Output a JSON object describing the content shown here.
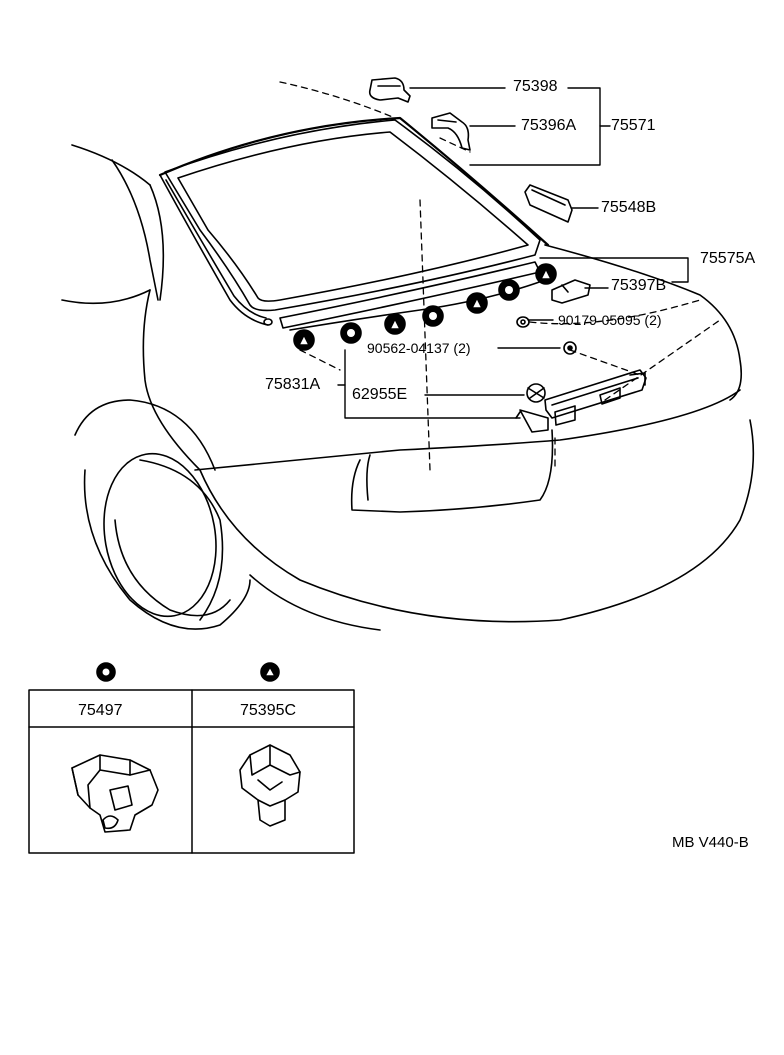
{
  "parts": {
    "p75398": "75398",
    "p75396A": "75396A",
    "p75571": "75571",
    "p75548B": "75548B",
    "p75575A": "75575A",
    "p75397B": "75397B",
    "p90179": "90179-05095 (2)",
    "p90562": "90562-04137 (2)",
    "p75831A": "75831A",
    "p62955E": "62955E"
  },
  "legend_table": {
    "col1_part": "75497",
    "col2_part": "75395C",
    "col1_symbol": "circle-clip-symbol",
    "col2_symbol": "triangle-clip-symbol"
  },
  "footer": {
    "code": "MB V440-B"
  }
}
